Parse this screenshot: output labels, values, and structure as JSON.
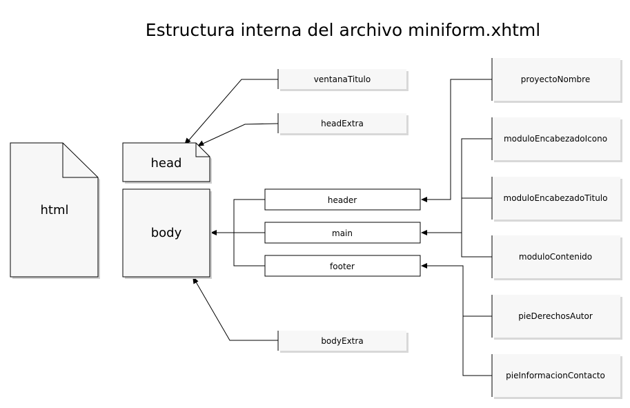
{
  "diagram": {
    "title": "Estructura interna del archivo miniform.xhtml",
    "nodes": {
      "html": "html",
      "head": "head",
      "body": "body",
      "ventana_titulo": "ventanaTitulo",
      "head_extra": "headExtra",
      "body_extra": "bodyExtra",
      "header": "header",
      "main": "main",
      "footer": "footer",
      "proyecto_nombre": "proyectoNombre",
      "modulo_encabezado_icono": "moduloEncabezadoIcono",
      "modulo_encabezado_titulo": "moduloEncabezadoTitulo",
      "modulo_contenido": "moduloContenido",
      "pie_derechos_autor": "pieDerechosAutor",
      "pie_informacion_contacto": "pieInformacionContacto"
    },
    "colors": {
      "shape_fill": "#f7f7f7",
      "stroke": "#000000",
      "shadow": "#cfcfcf"
    }
  }
}
